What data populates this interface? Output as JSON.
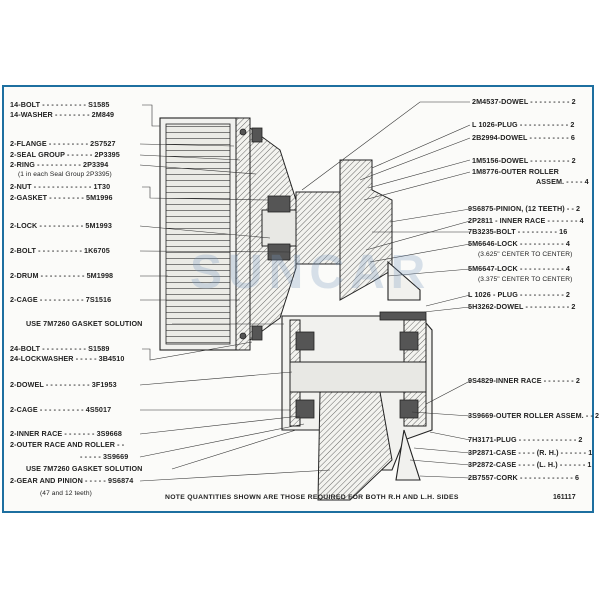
{
  "watermark": "SUNCAR",
  "note": "NOTE QUANTITIES SHOWN ARE THOSE REQUIRED FOR BOTH R.H AND L.H. SIDES",
  "figure_number": "161117",
  "left_labels": [
    {
      "name": "14-BOLT",
      "num": "S1585"
    },
    {
      "name": "14-WASHER",
      "num": "2M849"
    },
    {
      "name": "2-FLANGE",
      "num": "2S7527"
    },
    {
      "name": "2-SEAL GROUP",
      "num": "2P3395"
    },
    {
      "name": "2-RING",
      "num": "2P3394"
    },
    {
      "name": "(1 in each Seal Group 2P3395)",
      "num": ""
    },
    {
      "name": "2-NUT",
      "num": "1T30"
    },
    {
      "name": "2-GASKET",
      "num": "5M1996"
    },
    {
      "name": "2-LOCK",
      "num": "5M1993"
    },
    {
      "name": "2-BOLT",
      "num": "1K6705"
    },
    {
      "name": "2-DRUM",
      "num": "5M1998"
    },
    {
      "name": "2-CAGE",
      "num": "7S1516"
    },
    {
      "name": "USE 7M7260 GASKET SOLUTION",
      "num": ""
    },
    {
      "name": "24-BOLT",
      "num": "S1589"
    },
    {
      "name": "24-LOCKWASHER",
      "num": "3B4510"
    },
    {
      "name": "2-DOWEL",
      "num": "3F1953"
    },
    {
      "name": "2-CAGE",
      "num": "4S5017"
    },
    {
      "name": "2-INNER RACE",
      "num": "3S9668"
    },
    {
      "name": "2-OUTER RACE AND ROLLER",
      "num": ""
    },
    {
      "name": "",
      "num": "3S9669"
    },
    {
      "name": "USE 7M7260 GASKET SOLUTION",
      "num": ""
    },
    {
      "name": "2-GEAR AND PINION",
      "num": "9S6874"
    },
    {
      "name": "(47 and 12 teeth)",
      "num": ""
    }
  ],
  "right_labels": [
    {
      "text": "2M4537-DOWEL",
      "qty": "2"
    },
    {
      "text": "L 1026-PLUG",
      "qty": "2"
    },
    {
      "text": "2B2994-DOWEL",
      "qty": "6"
    },
    {
      "text": "1M5156-DOWEL",
      "qty": "2"
    },
    {
      "text": "1M8776-OUTER ROLLER",
      "qty": ""
    },
    {
      "text": "ASSEM.",
      "qty": "4"
    },
    {
      "text": "9S6875-PINION, (12 TEETH)",
      "qty": "2"
    },
    {
      "text": "2P2811 - INNER RACE",
      "qty": "4"
    },
    {
      "text": "7B3235-BOLT",
      "qty": "16"
    },
    {
      "text": "5M6646-LOCK",
      "qty": "4"
    },
    {
      "text": "(3.625\" CENTER TO CENTER)",
      "qty": ""
    },
    {
      "text": "5M6647-LOCK",
      "qty": "4"
    },
    {
      "text": "(3.375\" CENTER TO CENTER)",
      "qty": ""
    },
    {
      "text": "L 1026 - PLUG",
      "qty": "2"
    },
    {
      "text": "5H3262-DOWEL",
      "qty": "2"
    },
    {
      "text": "9S4829-INNER RACE",
      "qty": "2"
    },
    {
      "text": "3S9669-OUTER ROLLER ASSEM.",
      "qty": "2"
    },
    {
      "text": "7H3171-PLUG",
      "qty": "2"
    },
    {
      "text": "3P2871-CASE",
      "qty": "(R. H.)"
    },
    {
      "text": "3P2872-CASE",
      "qty": "(L. H.)"
    },
    {
      "text": "2B7557-CORK",
      "qty": "6"
    }
  ]
}
